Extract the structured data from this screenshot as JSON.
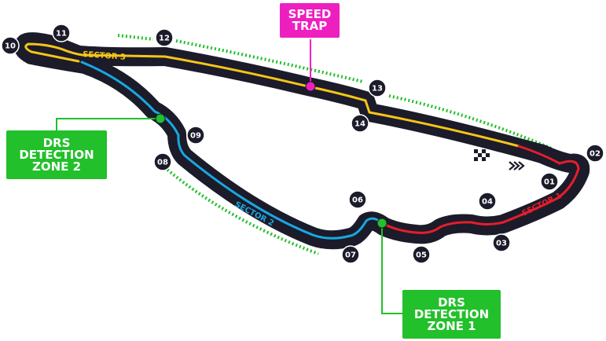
{
  "colors": {
    "track": "#1b1b2a",
    "sector1": "#e41e2a",
    "sector2": "#1aa7e0",
    "sector3": "#f5c518",
    "drs": "#22c02a",
    "speed_trap": "#ee1fbf",
    "turn_marker": "#1b1b2a",
    "turn_text": "#ffffff"
  },
  "sectors": {
    "s1": "SECTOR 1",
    "s2": "SECTOR 2",
    "s3": "SECTOR 3"
  },
  "turns": [
    "01",
    "02",
    "03",
    "04",
    "05",
    "06",
    "07",
    "08",
    "09",
    "10",
    "11",
    "12",
    "13",
    "14"
  ],
  "speed_trap": {
    "line1": "SPEED",
    "line2": "TRAP"
  },
  "drs_zone_1": {
    "line1": "DRS",
    "line2": "DETECTION",
    "line3": "ZONE 1"
  },
  "drs_zone_2": {
    "line1": "DRS",
    "line2": "DETECTION",
    "line3": "ZONE 2"
  },
  "icons": {
    "start_finish": "chequered-flag-icon",
    "direction": "direction-chevrons-icon"
  }
}
